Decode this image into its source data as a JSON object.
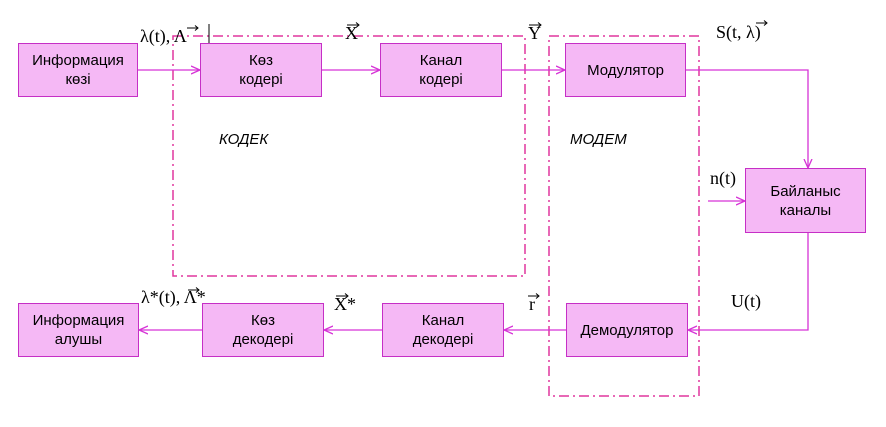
{
  "colors": {
    "box_fill": "#f5b8f5",
    "box_border": "#c62fc6",
    "connector": "#d633d6",
    "dashed_region": "#e0379e"
  },
  "blocks": {
    "info_source": "Информация\nкөзі",
    "source_coder": "Көз\nкодері",
    "channel_coder": "Канал\nкодері",
    "modulator": "Модулятор",
    "comm_channel": "Байланыс\nканалы",
    "demodulator": "Демодулятор",
    "channel_decoder": "Канал\nдекодері",
    "source_decoder": "Көз\nдекодері",
    "info_receiver": "Информация\nалушы"
  },
  "regions": {
    "codec": "КОДЕК",
    "modem": "МОДЕМ"
  },
  "signals": {
    "lambda_input": "λ(t), Λ",
    "x_vector": "X",
    "y_vector": "Y",
    "s_signal": "S(t, λ)",
    "noise": "n(t)",
    "u_signal": "U(t)",
    "r_vector": "r",
    "x_star": "X*",
    "lambda_output": "λ*(t), Λ*"
  }
}
